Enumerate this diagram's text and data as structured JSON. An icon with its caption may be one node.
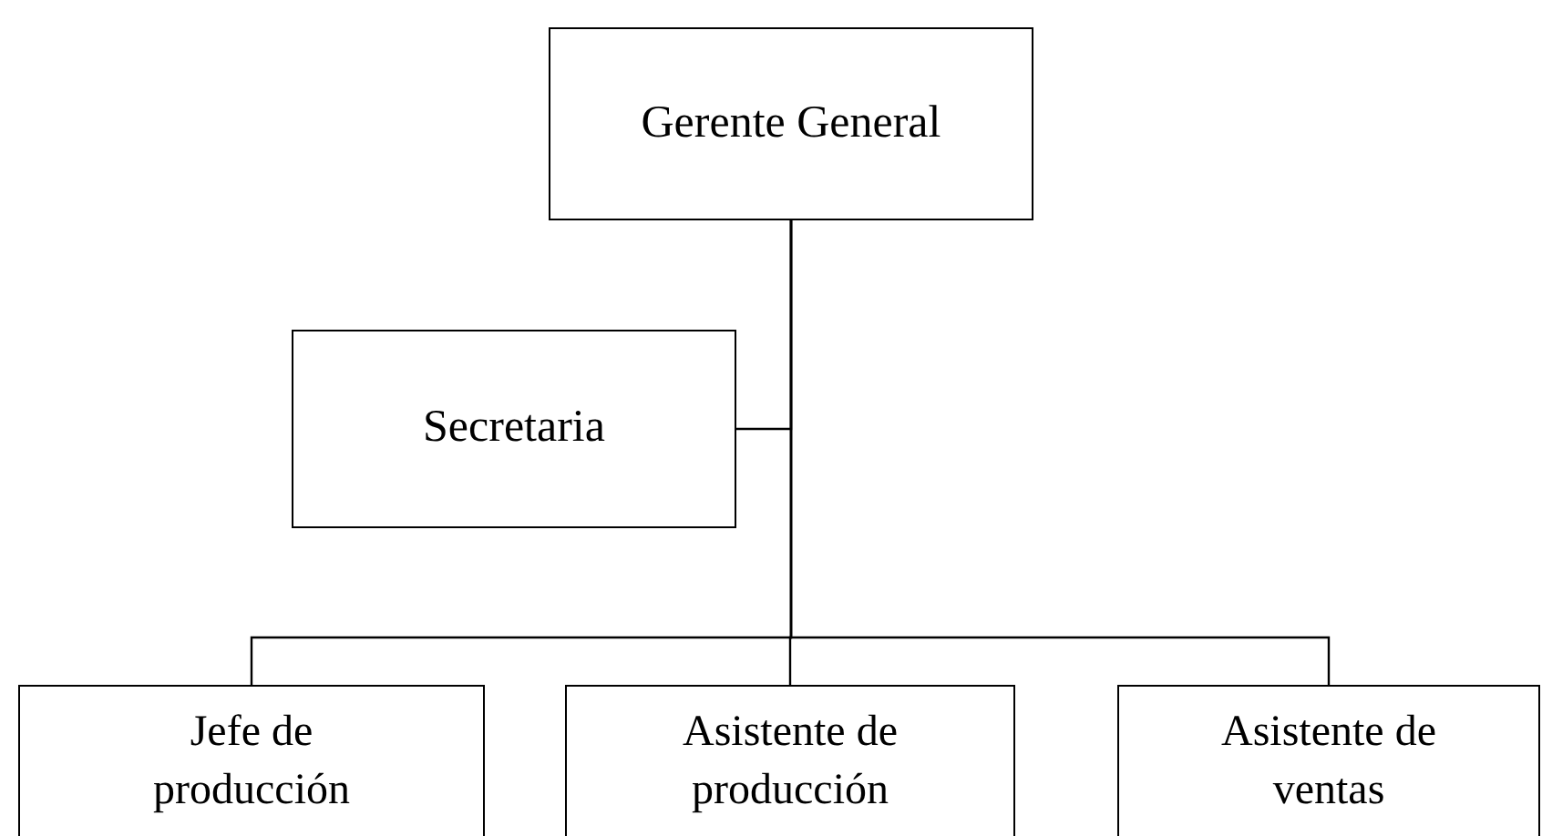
{
  "diagram": {
    "nodes": [
      {
        "text": [
          "Gerente General"
        ]
      },
      {
        "text": [
          "Secretaria"
        ]
      },
      {
        "text": [
          "Jefe de producción"
        ]
      },
      {
        "text": [
          "Asistente de producción"
        ]
      },
      {
        "text": [
          "Asistente de ventas"
        ]
      }
    ],
    "edges": [
      {
        "from": 0,
        "to": 1,
        "arrow": "none"
      },
      {
        "from": 0,
        "to": 2,
        "arrow": "none"
      },
      {
        "from": 0,
        "to": 3,
        "arrow": "none"
      },
      {
        "from": 0,
        "to": 4,
        "arrow": "none"
      }
    ]
  }
}
